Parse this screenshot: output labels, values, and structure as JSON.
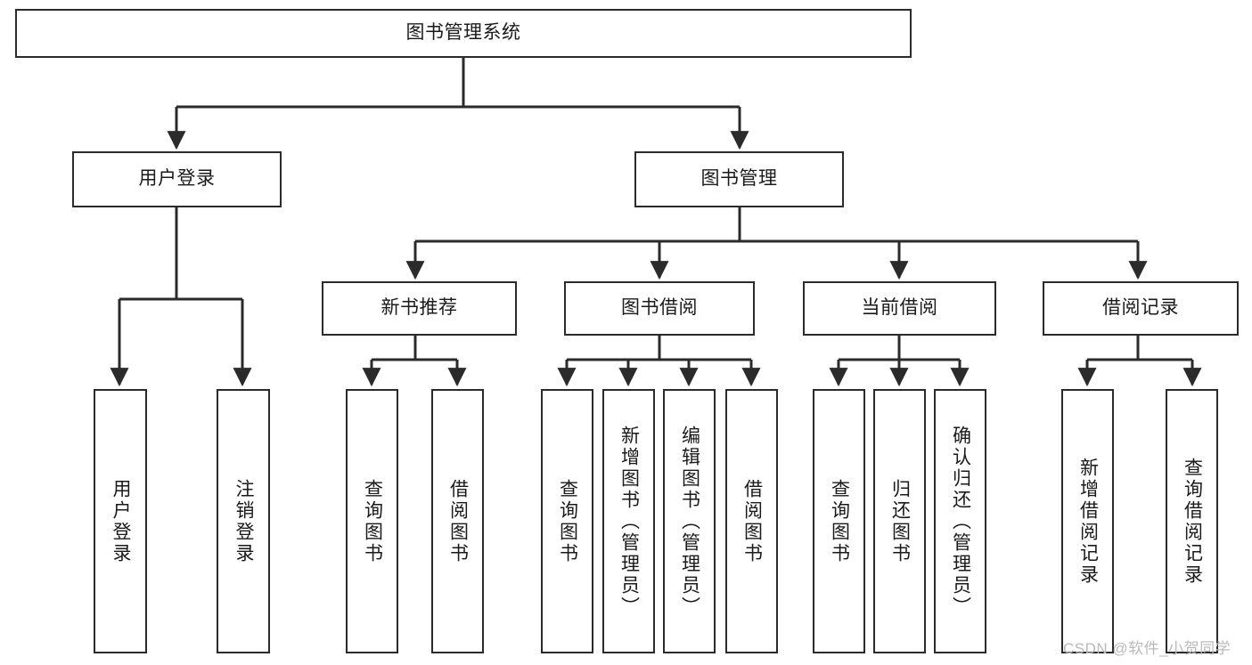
{
  "diagram": {
    "title": "图书管理系统",
    "type": "tree",
    "orientation": "top-down",
    "colors": {
      "box_border": "#2b2b2b",
      "box_fill": "#ffffff",
      "connector": "#2b2b2b",
      "background": "#ffffff",
      "watermark": "#b9b9b9"
    },
    "root": {
      "id": "root",
      "label": "图书管理系统"
    },
    "level2": [
      {
        "id": "user-login",
        "label": "用户登录"
      },
      {
        "id": "book-management",
        "label": "图书管理"
      }
    ],
    "level3": [
      {
        "id": "new-book-recommend",
        "label": "新书推荐",
        "parent": "book-management"
      },
      {
        "id": "book-borrow",
        "label": "图书借阅",
        "parent": "book-management"
      },
      {
        "id": "current-borrow",
        "label": "当前借阅",
        "parent": "book-management"
      },
      {
        "id": "borrow-record",
        "label": "借阅记录",
        "parent": "book-management"
      }
    ],
    "leaves": [
      {
        "id": "leaf-user-login",
        "label": "用户登录",
        "parent": "user-login"
      },
      {
        "id": "leaf-logout-login",
        "label": "注销登录",
        "parent": "user-login"
      },
      {
        "id": "leaf-query-book-1",
        "label": "查询图书",
        "parent": "new-book-recommend"
      },
      {
        "id": "leaf-borrow-book-1",
        "label": "借阅图书",
        "parent": "new-book-recommend"
      },
      {
        "id": "leaf-query-book-2",
        "label": "查询图书",
        "parent": "book-borrow"
      },
      {
        "id": "leaf-add-book",
        "label": "新增图书（管理员）",
        "parent": "book-borrow"
      },
      {
        "id": "leaf-edit-book",
        "label": "编辑图书（管理员）",
        "parent": "book-borrow"
      },
      {
        "id": "leaf-borrow-book-2",
        "label": "借阅图书",
        "parent": "book-borrow"
      },
      {
        "id": "leaf-query-book-3",
        "label": "查询图书",
        "parent": "current-borrow"
      },
      {
        "id": "leaf-return-book",
        "label": "归还图书",
        "parent": "current-borrow"
      },
      {
        "id": "leaf-confirm-return",
        "label": "确认归还（管理员）",
        "parent": "current-borrow"
      },
      {
        "id": "leaf-add-record",
        "label": "新增借阅记录",
        "parent": "borrow-record"
      },
      {
        "id": "leaf-query-record",
        "label": "查询借阅记录",
        "parent": "borrow-record"
      }
    ],
    "watermark": "CSDN @软件_小贺同学"
  }
}
